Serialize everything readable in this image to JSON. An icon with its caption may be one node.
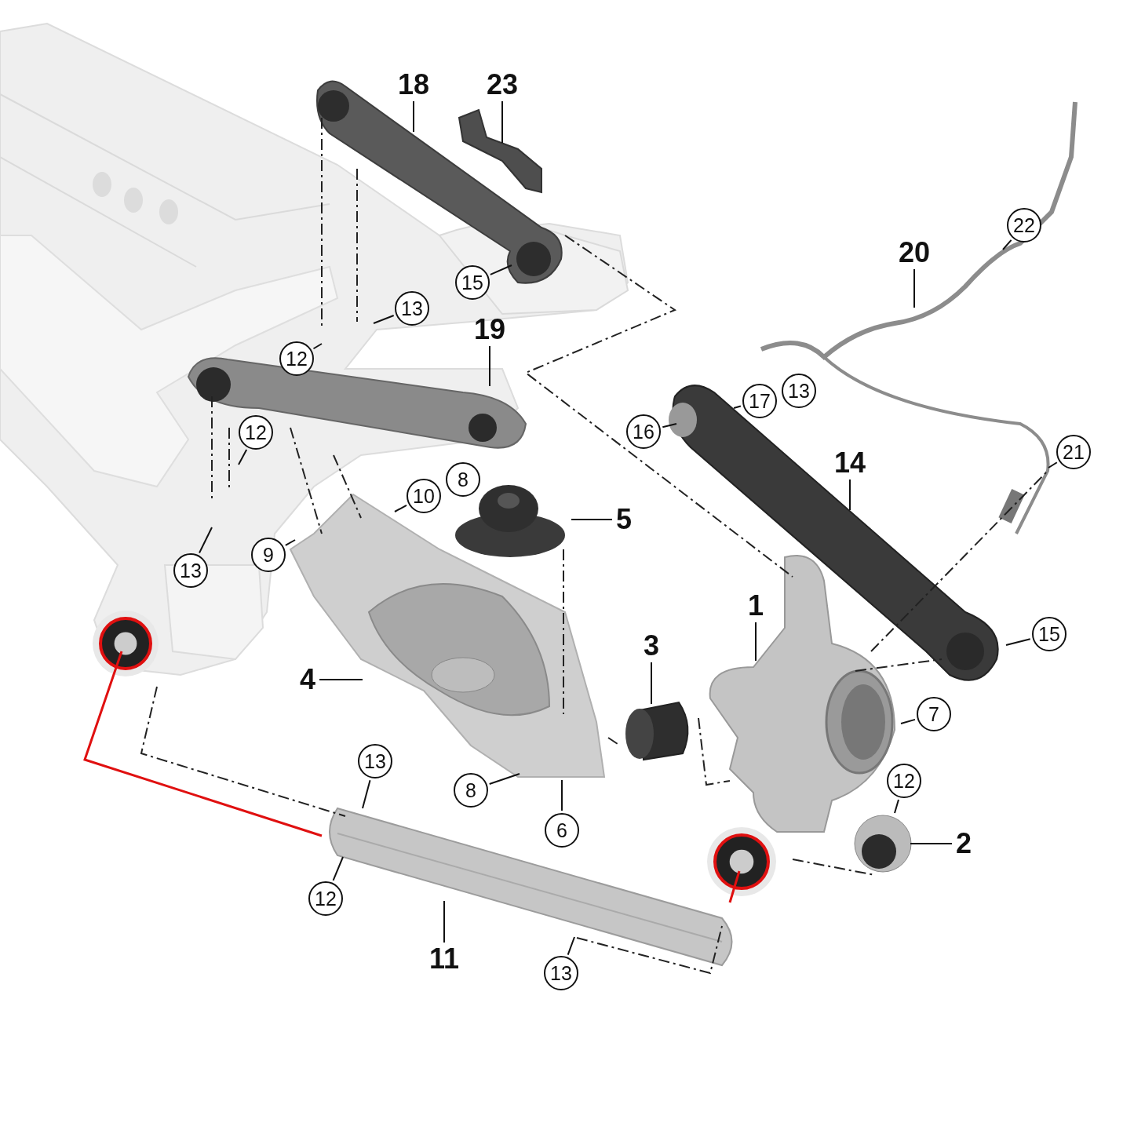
{
  "diagram": {
    "nodes": [
      {
        "text": [
          "18"
        ]
      },
      {
        "text": [
          "23"
        ]
      },
      {
        "text": [
          "22"
        ]
      },
      {
        "text": [
          "20"
        ]
      },
      {
        "text": [
          "15"
        ]
      },
      {
        "text": [
          "13"
        ]
      },
      {
        "text": [
          "19"
        ]
      },
      {
        "text": [
          "12"
        ]
      },
      {
        "text": [
          "17"
        ]
      },
      {
        "text": [
          "13"
        ]
      },
      {
        "text": [
          "16"
        ]
      },
      {
        "text": [
          "12"
        ]
      },
      {
        "text": [
          "21"
        ]
      },
      {
        "text": [
          "14"
        ]
      },
      {
        "text": [
          "8"
        ]
      },
      {
        "text": [
          "10"
        ]
      },
      {
        "text": [
          "5"
        ]
      },
      {
        "text": [
          "9"
        ]
      },
      {
        "text": [
          "13"
        ]
      },
      {
        "text": [
          "1"
        ]
      },
      {
        "text": [
          "15"
        ]
      },
      {
        "text": [
          "3"
        ]
      },
      {
        "text": [
          "4"
        ]
      },
      {
        "text": [
          "7"
        ]
      },
      {
        "text": [
          "13"
        ]
      },
      {
        "text": [
          "12"
        ]
      },
      {
        "text": [
          "8"
        ]
      },
      {
        "text": [
          "6"
        ]
      },
      {
        "text": [
          "2"
        ]
      },
      {
        "text": [
          "12"
        ]
      },
      {
        "text": [
          "11"
        ]
      },
      {
        "text": [
          "13"
        ]
      }
    ],
    "edges": [
      {
        "from": 0,
        "to": null,
        "arrow": "none"
      },
      {
        "from": 1,
        "to": null,
        "arrow": "none"
      },
      {
        "from": 2,
        "to": null,
        "arrow": "none"
      },
      {
        "from": 3,
        "to": null,
        "arrow": "none"
      },
      {
        "from": 4,
        "to": null,
        "arrow": "none"
      },
      {
        "from": 5,
        "to": null,
        "arrow": "none"
      },
      {
        "from": 6,
        "to": null,
        "arrow": "none"
      },
      {
        "from": 7,
        "to": null,
        "arrow": "none"
      },
      {
        "from": 8,
        "to": null,
        "arrow": "none"
      },
      {
        "from": 10,
        "to": null,
        "arrow": "none"
      },
      {
        "from": 11,
        "to": null,
        "arrow": "none"
      },
      {
        "from": 12,
        "to": null,
        "arrow": "none"
      },
      {
        "from": 13,
        "to": null,
        "arrow": "none"
      },
      {
        "from": 15,
        "to": null,
        "arrow": "none"
      },
      {
        "from": 16,
        "to": null,
        "arrow": "none"
      },
      {
        "from": 17,
        "to": null,
        "arrow": "none"
      },
      {
        "from": 18,
        "to": null,
        "arrow": "none"
      },
      {
        "from": 19,
        "to": null,
        "arrow": "none"
      },
      {
        "from": 20,
        "to": null,
        "arrow": "none"
      },
      {
        "from": 21,
        "to": null,
        "arrow": "none"
      },
      {
        "from": 22,
        "to": null,
        "arrow": "none"
      },
      {
        "from": 23,
        "to": null,
        "arrow": "none"
      },
      {
        "from": 24,
        "to": null,
        "arrow": "none"
      },
      {
        "from": 25,
        "to": null,
        "arrow": "none"
      },
      {
        "from": 26,
        "to": null,
        "arrow": "none"
      },
      {
        "from": 27,
        "to": null,
        "arrow": "none"
      },
      {
        "from": 28,
        "to": null,
        "arrow": "none"
      },
      {
        "from": 29,
        "to": null,
        "arrow": "none"
      },
      {
        "from": 30,
        "to": null,
        "arrow": "none"
      },
      {
        "from": 31,
        "to": null,
        "arrow": "none"
      }
    ]
  }
}
